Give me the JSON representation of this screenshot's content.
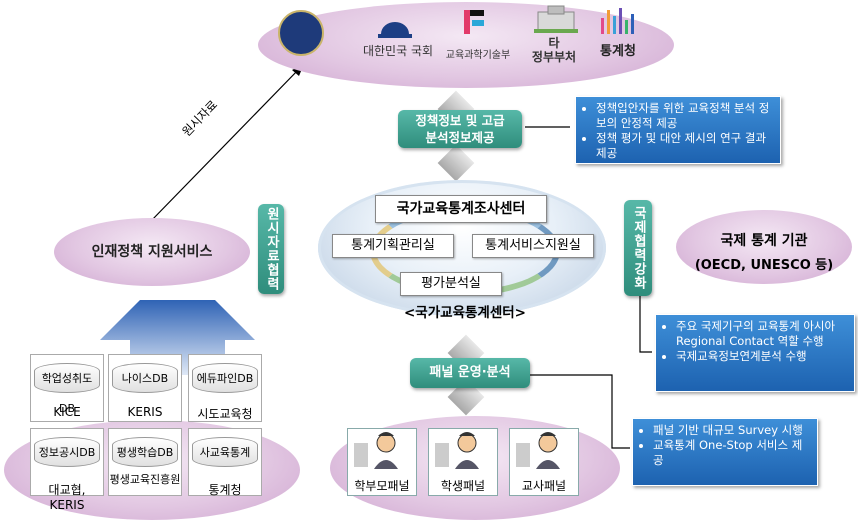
{
  "top_group": {
    "logos": [
      {
        "label": "",
        "icon": "presidential-seal-icon"
      },
      {
        "label": "대한민국 국회",
        "icon": "national-assembly-icon"
      },
      {
        "label": "교육과학기술부",
        "icon": "ministry-logo-icon"
      },
      {
        "label": "타\n정부부처",
        "icon": "government-building-icon"
      },
      {
        "label": "통계청",
        "icon": "statistics-bars-icon"
      }
    ]
  },
  "arrow_label": "원시자료",
  "policy_box": "정책정보 및 고급\n분석정보제공",
  "policy_bullets": [
    "정책입안자를 위한 교육정책 분석 정보의 안정적 제공",
    "정책 평가 및 대안 제시의 연구 결과 제공"
  ],
  "left_service": "인재정책 지원서비스",
  "left_link": "원시자료협력",
  "center": {
    "title": "국가교육통계조사센터",
    "rooms": [
      "통계기획관리실",
      "통계서비스지원실",
      "평가분석실"
    ],
    "caption": "<국가교육통계센터>"
  },
  "right_link": "국제협력강화",
  "intl": {
    "line1": "국제 통계 기관",
    "line2": "(OECD, UNESCO 등)"
  },
  "intl_bullets": [
    "주요 국제기구의 교육통계 아시아 Regional Contact 역할 수행",
    "국제교육정보연계분석 수행"
  ],
  "panel_box": "패널 운영·분석",
  "panel_bullets": [
    "패널 기반 대규모 Survey 시행",
    "교육통계 One-Stop 서비스 제공"
  ],
  "panels": [
    "학부모패널",
    "학생패널",
    "교사패널"
  ],
  "db_grid": [
    {
      "db": "학업성취도DB",
      "org": "KICE"
    },
    {
      "db": "나이스DB",
      "org": "KERIS"
    },
    {
      "db": "에듀파인DB",
      "org": "시도교육청"
    },
    {
      "db": "정보공시DB",
      "org": "대교협, KERIS"
    },
    {
      "db": "평생학습DB",
      "org": "평생교육진흥원"
    },
    {
      "db": "사교육통계",
      "org": "통계청"
    }
  ]
}
